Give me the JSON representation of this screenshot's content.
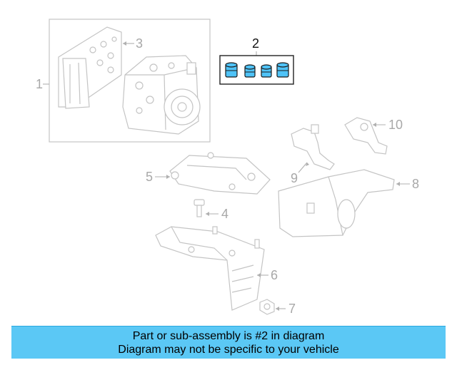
{
  "diagram": {
    "callouts": {
      "c1": "1",
      "c2": "2",
      "c3": "3",
      "c4": "4",
      "c5": "5",
      "c6": "6",
      "c7": "7",
      "c8": "8",
      "c9": "9",
      "c10": "10"
    },
    "highlight_color": "#4fc3f7"
  },
  "banner": {
    "line1": "Part or sub-assembly is #2 in diagram",
    "line2": "Diagram may not be specific to your vehicle",
    "color": "#5bc8f5"
  }
}
